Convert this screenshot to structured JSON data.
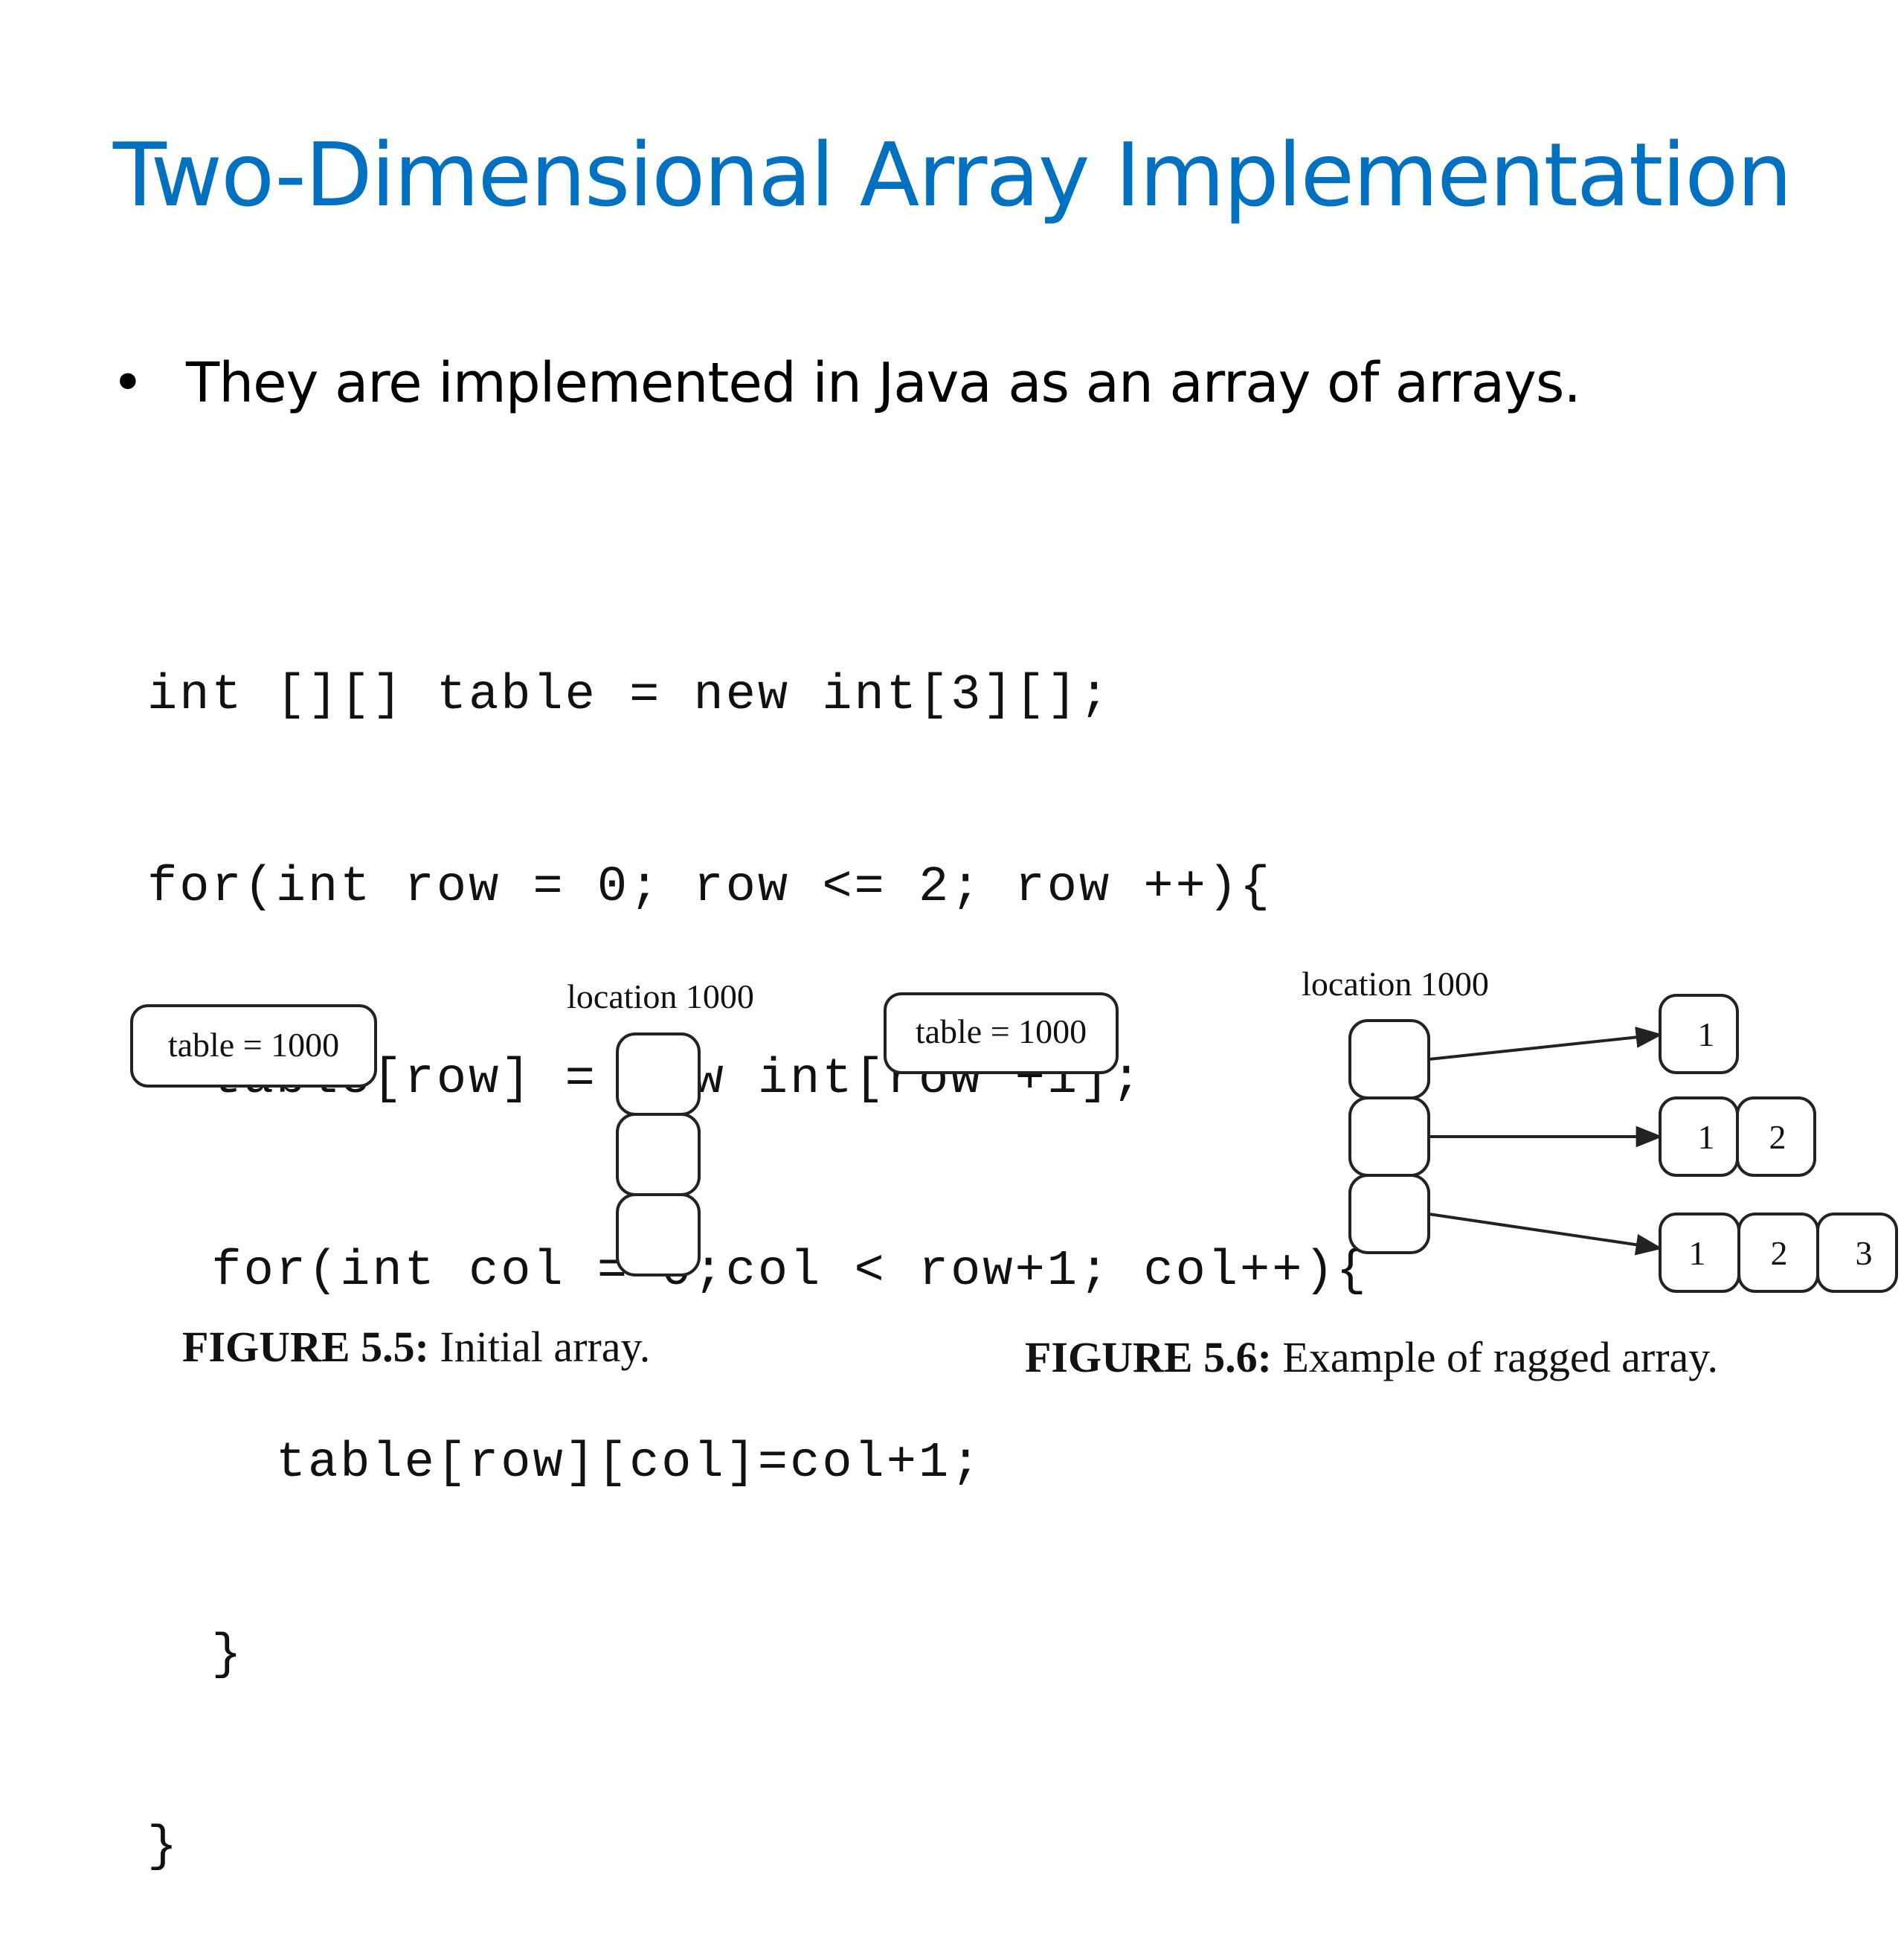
{
  "slide": {
    "title": "Two-Dimensional Array Implementation",
    "bullet_symbol": "•",
    "bullet_text": "They are implemented in Java as an array of arrays."
  },
  "code_lines": [
    "int [][] table = new int[3][];",
    "for(int row = 0; row <= 2; row ++){",
    "  table[row] = new int[row +1];",
    "  for(int col = 0;col < row+1; col++){",
    "    table[row][col]=col+1;",
    "  }",
    "}"
  ],
  "figure_5_5": {
    "table_label": "table = 1000",
    "location_label": "location 1000",
    "caption_bold": "FIGURE 5.5:",
    "caption_text": " Initial array."
  },
  "figure_5_6": {
    "table_label": "table = 1000",
    "location_label": "location 1000",
    "rows": [
      [
        "1"
      ],
      [
        "1",
        "2"
      ],
      [
        "1",
        "2",
        "3"
      ]
    ],
    "caption_bold": "FIGURE 5.6:",
    "caption_text": " Example of ragged array."
  }
}
